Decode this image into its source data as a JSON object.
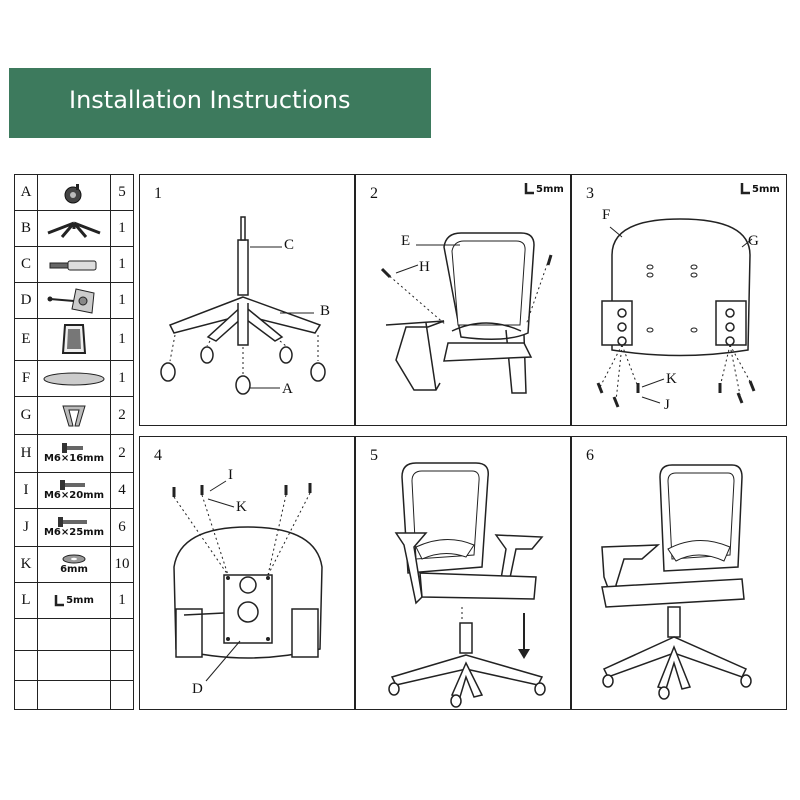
{
  "title": "Installation Instructions",
  "colors": {
    "banner": "#3d7a5d",
    "line": "#222222"
  },
  "parts": [
    {
      "letter": "A",
      "qty": "5",
      "icon": "caster-wheel-icon",
      "spec": ""
    },
    {
      "letter": "B",
      "qty": "1",
      "icon": "star-base-icon",
      "spec": ""
    },
    {
      "letter": "C",
      "qty": "1",
      "icon": "gas-lift-icon",
      "spec": ""
    },
    {
      "letter": "D",
      "qty": "1",
      "icon": "tilt-mechanism-icon",
      "spec": ""
    },
    {
      "letter": "E",
      "qty": "1",
      "icon": "mesh-backrest-icon",
      "spec": ""
    },
    {
      "letter": "F",
      "qty": "1",
      "icon": "seat-cushion-icon",
      "spec": ""
    },
    {
      "letter": "G",
      "qty": "2",
      "icon": "armrest-icon",
      "spec": ""
    },
    {
      "letter": "H",
      "qty": "2",
      "icon": "bolt-icon",
      "spec": "M6×16mm"
    },
    {
      "letter": "I",
      "qty": "4",
      "icon": "bolt-icon",
      "spec": "M6×20mm"
    },
    {
      "letter": "J",
      "qty": "6",
      "icon": "bolt-icon",
      "spec": "M6×25mm"
    },
    {
      "letter": "K",
      "qty": "10",
      "icon": "washer-icon",
      "spec": "6mm"
    },
    {
      "letter": "L",
      "qty": "1",
      "icon": "allen-key-icon",
      "spec": "5mm"
    }
  ],
  "steps": [
    {
      "num": "1",
      "callouts": [
        "C",
        "B",
        "A"
      ],
      "tool": ""
    },
    {
      "num": "2",
      "callouts": [
        "E",
        "H"
      ],
      "tool": "5mm"
    },
    {
      "num": "3",
      "callouts": [
        "F",
        "G",
        "K",
        "J"
      ],
      "tool": "5mm"
    },
    {
      "num": "4",
      "callouts": [
        "I",
        "K",
        "D"
      ],
      "tool": ""
    },
    {
      "num": "5",
      "callouts": [],
      "tool": ""
    },
    {
      "num": "6",
      "callouts": [],
      "tool": ""
    }
  ]
}
